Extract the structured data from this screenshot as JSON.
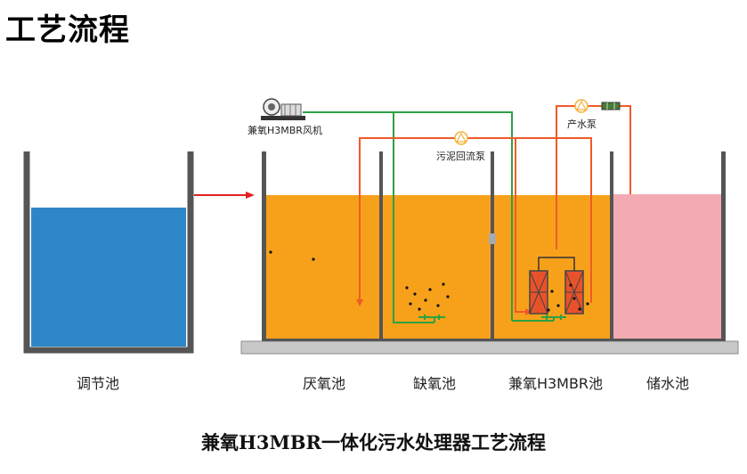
{
  "page_title": "工艺流程",
  "tanks": {
    "regulating": "调节池",
    "anaerobic": "厌氧池",
    "anoxic": "缺氧池",
    "mbr": "兼氧H3MBR池",
    "storage": "储水池"
  },
  "equipment": {
    "blower": "兼氧H3MBR风机",
    "sludge_pump": "污泥回流泵",
    "product_pump": "产水泵"
  },
  "caption": "兼氧H3MBR一体化污水处理器工艺流程",
  "colors": {
    "regulating_water": "#2e86c8",
    "process_water": "#f7a11a",
    "storage_water": "#f4aab2",
    "air_line": "#2ea043",
    "return_line": "#f05a28",
    "wall": "#555555",
    "membrane": "#e8522a"
  }
}
